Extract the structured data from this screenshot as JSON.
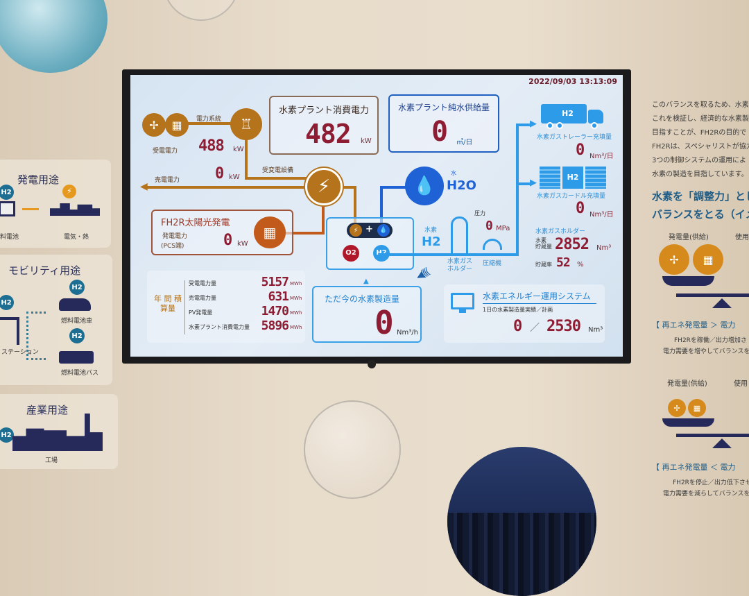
{
  "screen": {
    "timestamp": "2022/09/03 13:13:09",
    "grid": {
      "label": "電力系統",
      "received_label": "受電電力",
      "received_value": "488",
      "received_unit": "kW",
      "sold_label": "売電電力",
      "sold_value": "0",
      "sold_unit": "kW",
      "substation_label": "受変電設備"
    },
    "plant_power": {
      "title": "水素プラント消費電力",
      "value": "482",
      "unit": "kW"
    },
    "pure_water": {
      "title": "水素プラント純水供給量",
      "value": "0",
      "unit": "㎥/日"
    },
    "water": {
      "kanji": "水",
      "formula": "H2O"
    },
    "solar": {
      "title": "FH2R太陽光発電",
      "label": "発電電力",
      "sub_label": "(PCS端)",
      "value": "0",
      "unit": "kW"
    },
    "electrolyzer": {
      "o2": "O2",
      "h2": "H2",
      "plus": "+"
    },
    "hydrogen": {
      "kanji": "水素",
      "formula": "H2",
      "holder_label": "水素ガス ホルダー",
      "compressor_label": "圧縮機",
      "pressure_label": "圧力",
      "pressure_value": "0",
      "pressure_unit": "MPa"
    },
    "trailer": {
      "badge": "H2",
      "label": "水素ガストレーラー充填量",
      "value": "0",
      "unit": "Nm³/日"
    },
    "curdle": {
      "badge": "H2",
      "label": "水素ガスカードル充填量",
      "value": "0",
      "unit": "Nm³/日"
    },
    "gas_holder": {
      "title": "水素ガスホルダー",
      "storage_label": "水素 貯蔵量",
      "storage_value": "2852",
      "storage_unit": "Nm³",
      "rate_label": "貯蔵率",
      "rate_value": "52",
      "rate_unit": "%"
    },
    "annual": {
      "title": "年 間 積算量",
      "rows": [
        {
          "label": "受電電力量",
          "value": "5157",
          "unit": "MWh"
        },
        {
          "label": "売電電力量",
          "value": "631",
          "unit": "MWh"
        },
        {
          "label": "PV発電量",
          "value": "1470",
          "unit": "MWh"
        },
        {
          "label": "水素プラント消費電力量",
          "value": "5896",
          "unit": "MWh"
        }
      ]
    },
    "current": {
      "title": "ただ今の水素製造量",
      "value": "0",
      "unit": "Nm³/h"
    },
    "system": {
      "title": "水素エネルギー運用システム",
      "sub": "1日の水素製造量実績／計画",
      "actual": "0",
      "sep": "／",
      "plan": "2530",
      "unit": "Nm³"
    }
  },
  "left_wall": {
    "power": {
      "title": "発電用途",
      "badge": "H2",
      "left_label": "料電池",
      "right_label": "電気・熱"
    },
    "mobility": {
      "title": "モビリティ用途",
      "station_label": "ステーション",
      "car_label": "燃料電池車",
      "bus_label": "燃料電池バス",
      "badge": "H2"
    },
    "industry": {
      "title": "産業用途",
      "label": "工場",
      "badge": "H2"
    }
  },
  "right_wall": {
    "paragraph": [
      "このバランスを取るため、水素",
      "これを検証し、経済的な水素製",
      "目指すことが、FH2Rの目的で",
      "FH2Rは、スペシャリストが協力",
      "3つの制御システムの運用によ",
      "水素の製造を目指しています。"
    ],
    "heading": [
      "水素を「調整力」とし",
      "バランスをとる（イメー"
    ],
    "supply_label": "発電量(供給)",
    "use_label": "使用",
    "case1": "【 再エネ発電量 ＞ 電力",
    "case1_desc": [
      "FH2Rを稼働／出力増加さ",
      "電力需要を増やしてバランスを"
    ],
    "case2": "【 再エネ発電量 ＜ 電力",
    "case2_desc": [
      "FH2Rを停止／出力低下させ",
      "電力需要を減らしてバランスを"
    ]
  },
  "colors": {
    "orange": "#b5731c",
    "blue": "#2e9be8",
    "navy": "#262a5a",
    "digit": "#8e1d33"
  }
}
